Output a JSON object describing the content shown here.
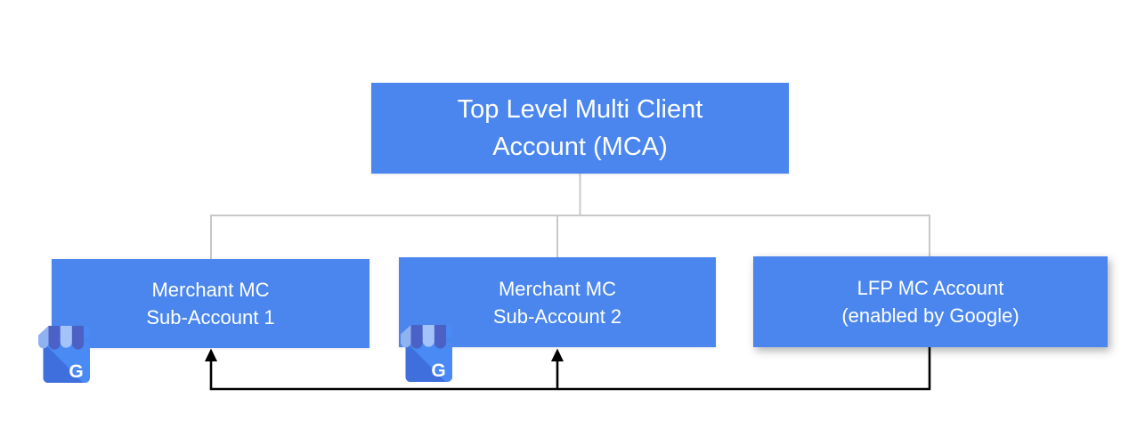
{
  "colors": {
    "background": "#ffffff",
    "box_fill": "#4a86ee",
    "box_text": "#ffffff",
    "tree_line": "#c8c8c8",
    "flow_line": "#000000",
    "icon_body": "#4a8af5",
    "icon_shade": "#3e6fdc",
    "icon_flap": "#8fb3f2",
    "icon_awning_dark": "#4c61c6",
    "icon_awning_light": "#a4c3f8",
    "icon_letter": "#ffffff"
  },
  "nodes": {
    "root": {
      "line1": "Top Level Multi Client",
      "line2": "Account (MCA)"
    },
    "sub1": {
      "line1": "Merchant MC",
      "line2": "Sub-Account 1"
    },
    "sub2": {
      "line1": "Merchant MC",
      "line2": "Sub-Account 2"
    },
    "lfp": {
      "line1": "LFP MC Account",
      "line2": "(enabled by Google)"
    }
  },
  "icons": {
    "storefront_name": "google-business-storefront-icon",
    "letter": "G",
    "attached_to": [
      "sub1",
      "sub2"
    ]
  },
  "edges": {
    "hierarchy": [
      {
        "from": "root",
        "to": "sub1"
      },
      {
        "from": "root",
        "to": "sub2"
      },
      {
        "from": "root",
        "to": "lfp"
      }
    ],
    "feed_flow_arrows": [
      {
        "from": "lfp",
        "to": "sub1"
      },
      {
        "from": "lfp",
        "to": "sub2"
      }
    ]
  }
}
